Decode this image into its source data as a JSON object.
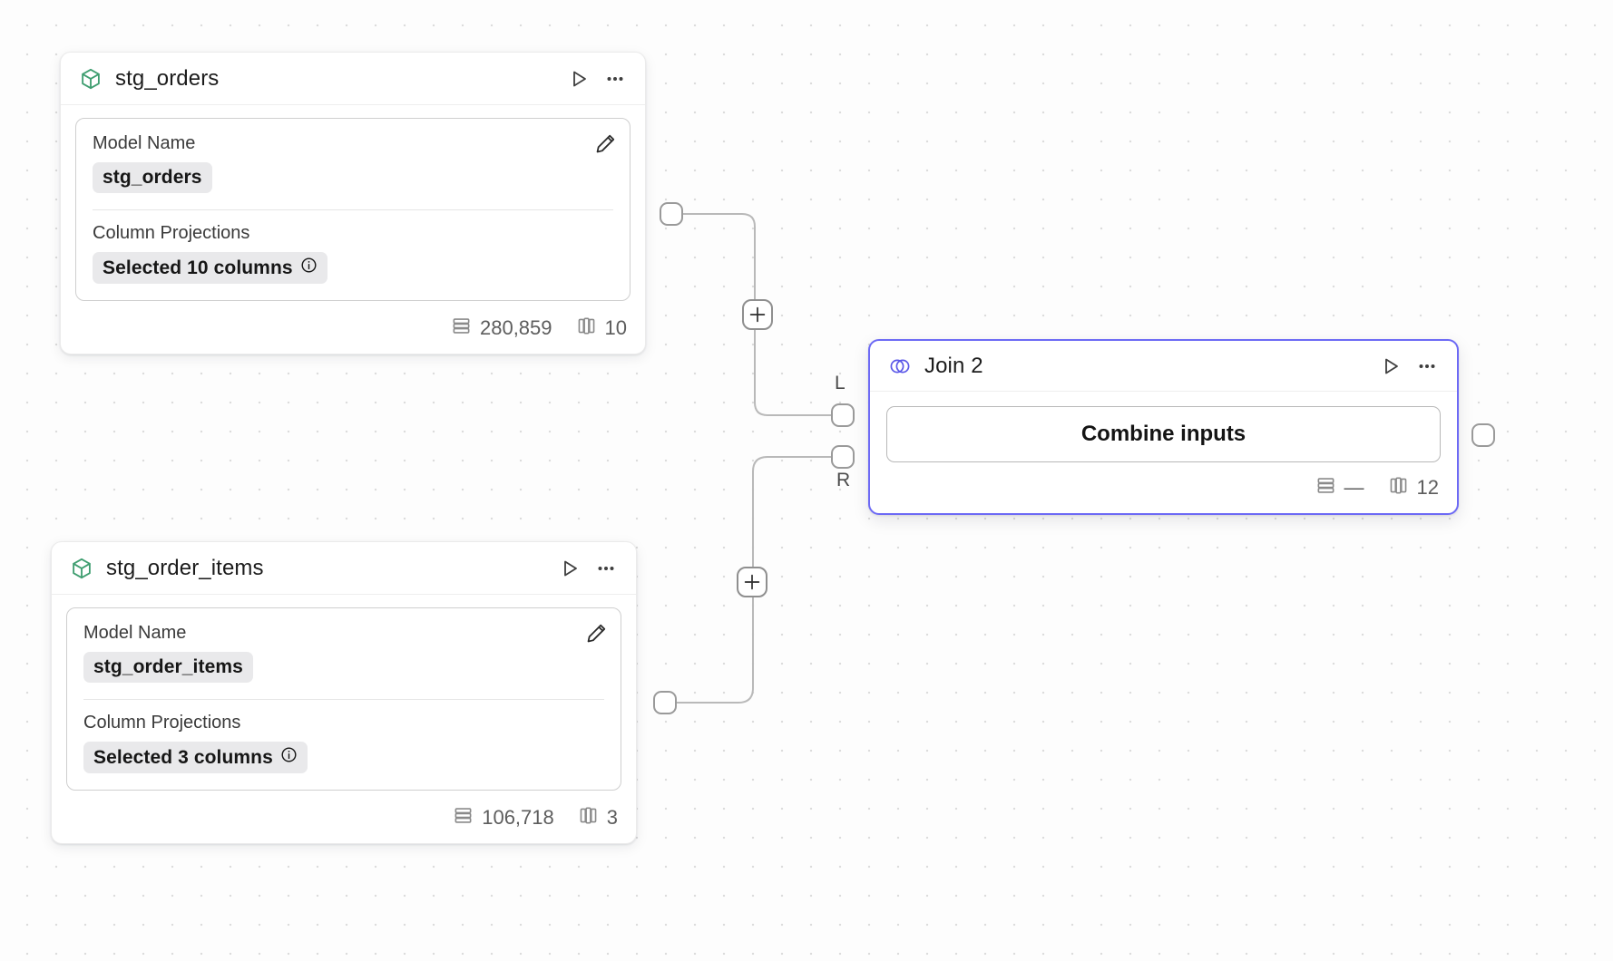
{
  "canvas": {
    "background_color": "#fdfdfd",
    "grid_dot_color": "#dcdcdc",
    "accent_color": "#6d6af5",
    "model_icon_color": "#3f9e70"
  },
  "nodes": [
    {
      "id": "stg_orders",
      "title": "stg_orders",
      "icon": "cube-icon",
      "type": "model",
      "fields": [
        {
          "label": "Model Name",
          "value": "stg_orders",
          "has_info": false
        },
        {
          "label": "Column Projections",
          "value": "Selected 10 columns",
          "has_info": true
        }
      ],
      "stats": {
        "rows_label": "280,859",
        "columns_label": "10"
      },
      "actions": {
        "run": "run-icon",
        "more": "more-icon",
        "edit": "pencil-icon"
      }
    },
    {
      "id": "stg_order_items",
      "title": "stg_order_items",
      "icon": "cube-icon",
      "type": "model",
      "fields": [
        {
          "label": "Model Name",
          "value": "stg_order_items",
          "has_info": false
        },
        {
          "label": "Column Projections",
          "value": "Selected 3 columns",
          "has_info": true
        }
      ],
      "stats": {
        "rows_label": "106,718",
        "columns_label": "3"
      },
      "actions": {
        "run": "run-icon",
        "more": "more-icon",
        "edit": "pencil-icon"
      }
    },
    {
      "id": "join_2",
      "title": "Join 2",
      "icon": "venn-icon",
      "type": "join",
      "selected": true,
      "primary_button": "Combine inputs",
      "stats": {
        "rows_label": "—",
        "columns_label": "12"
      },
      "ports": {
        "left_label": "L",
        "right_label": "R"
      },
      "actions": {
        "run": "run-icon",
        "more": "more-icon"
      }
    }
  ],
  "edge_controls": [
    {
      "id": "add-node-top",
      "label": "+"
    },
    {
      "id": "add-node-bottom",
      "label": "+"
    }
  ]
}
